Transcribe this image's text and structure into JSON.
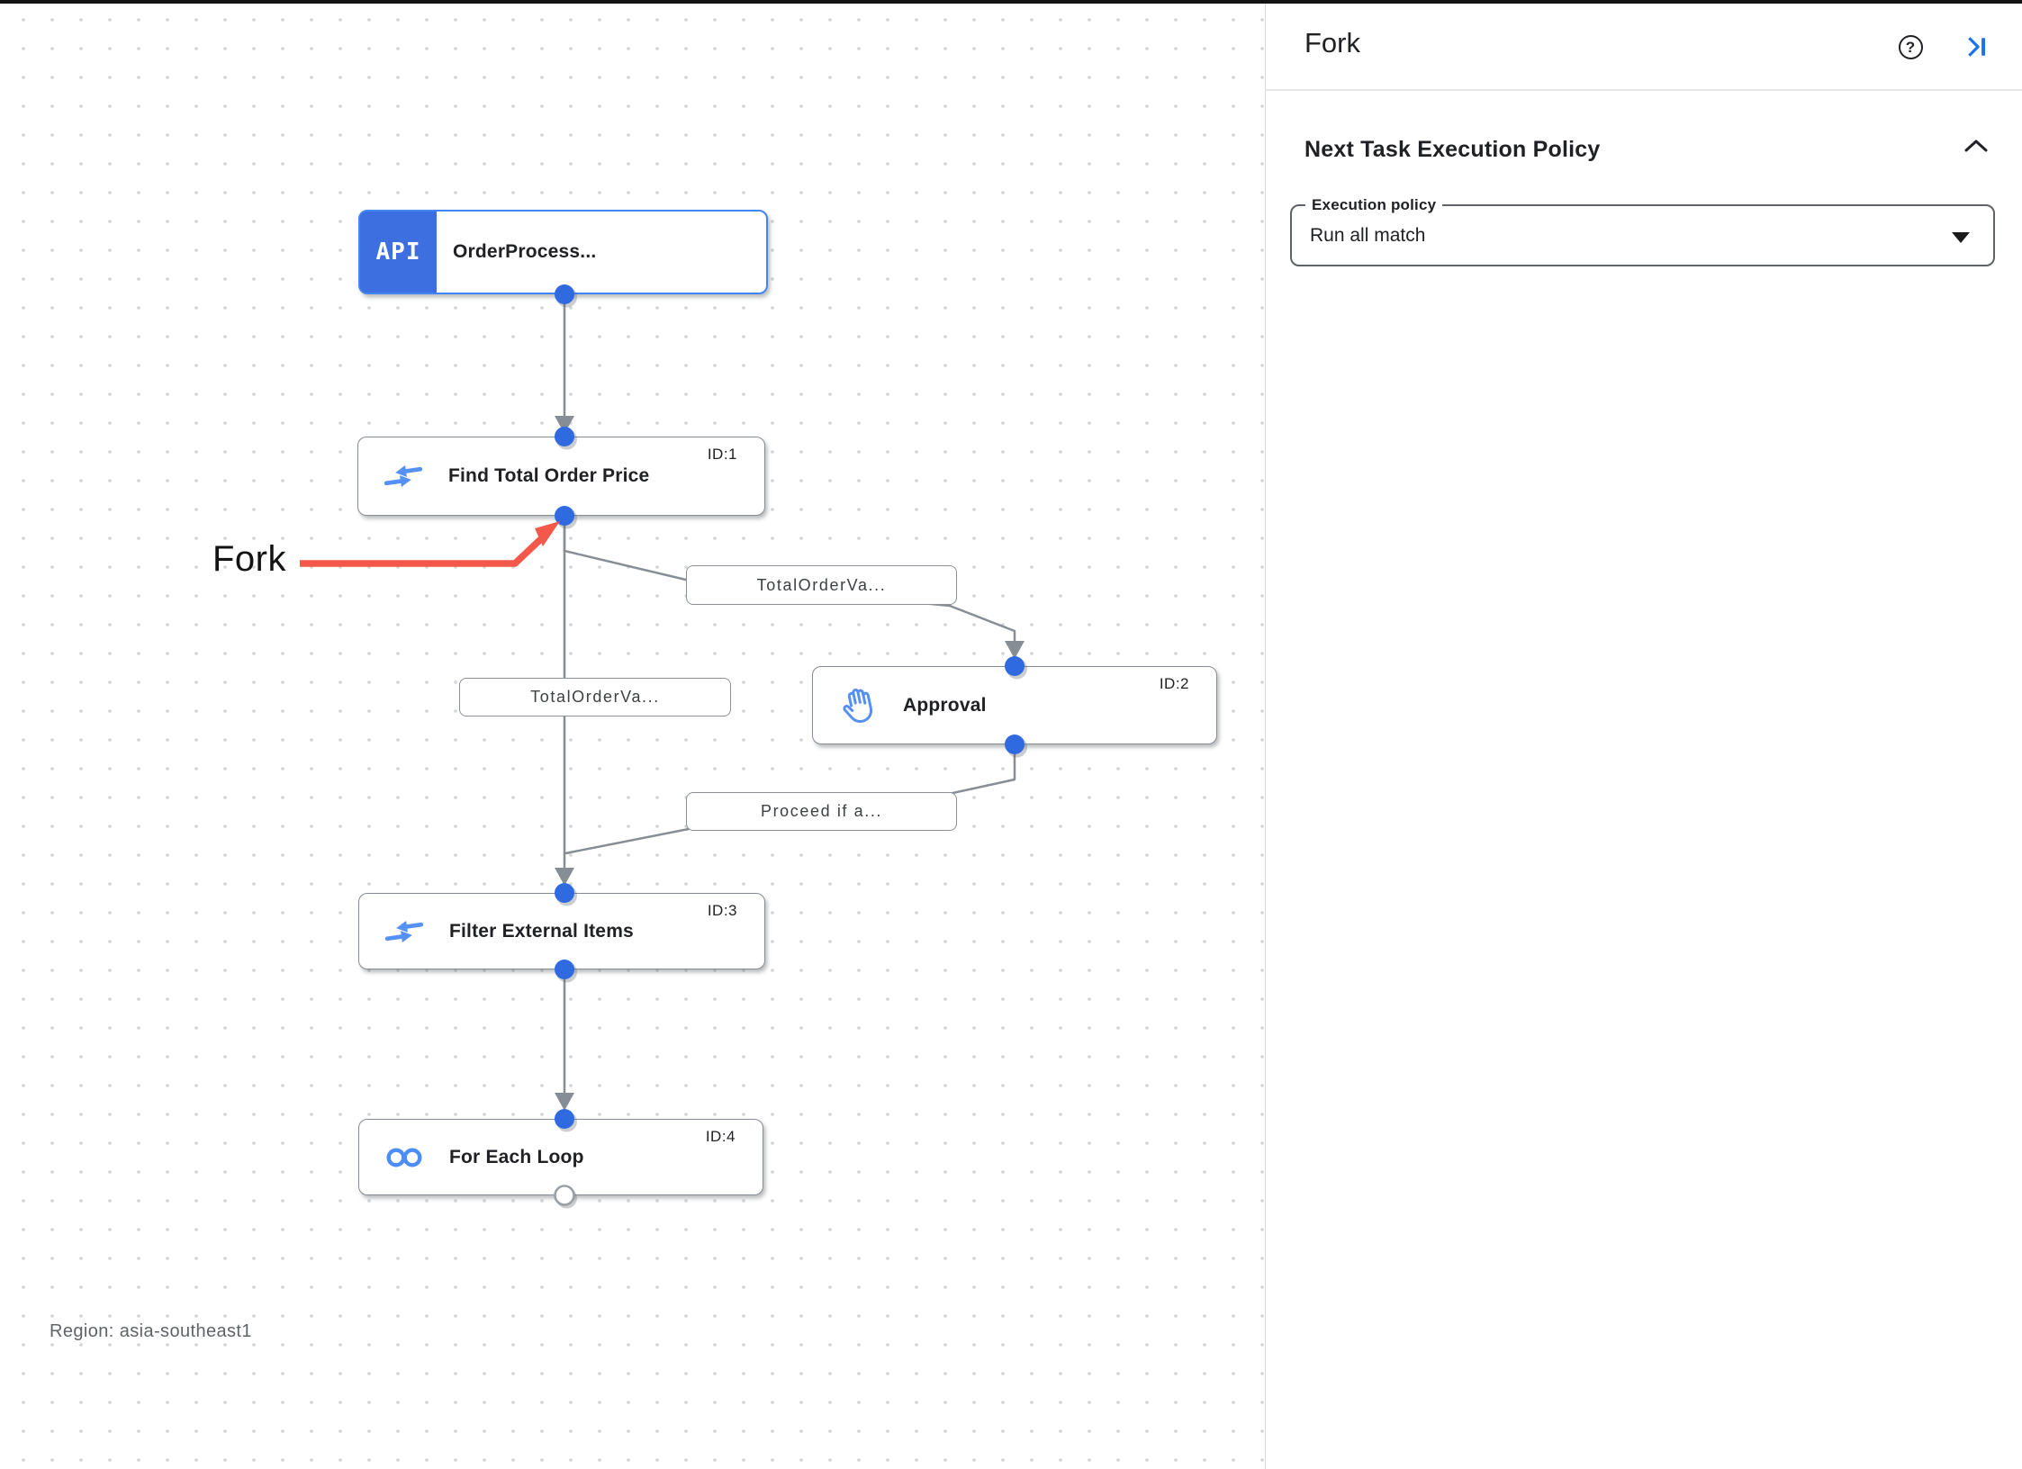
{
  "canvas": {
    "region_label": "Region: asia-southeast1",
    "annotation": {
      "label": "Fork"
    },
    "nodes": {
      "trigger": {
        "badge": "API",
        "title": "OrderProcess..."
      },
      "find_total": {
        "title": "Find Total Order Price",
        "id_label": "ID:1"
      },
      "approval": {
        "title": "Approval",
        "id_label": "ID:2"
      },
      "filter_items": {
        "title": "Filter External Items",
        "id_label": "ID:3"
      },
      "for_each": {
        "title": "For Each Loop",
        "id_label": "ID:4"
      }
    },
    "edge_labels": {
      "fork_right": "TotalOrderVa...",
      "fork_left": "TotalOrderVa...",
      "approval_out": "Proceed if a..."
    }
  },
  "panel": {
    "title": "Fork",
    "help_glyph": "?",
    "section_title": "Next Task Execution Policy",
    "execution_policy": {
      "label": "Execution policy",
      "value": "Run all match"
    }
  },
  "colors": {
    "trigger_border_blue": "#4285F4",
    "trigger_badge_blue": "#3D6FE0",
    "connection_dot_blue": "#2F6AE0",
    "node_icon_blue": "#5590F6",
    "edge_gray": "#868D94",
    "annotation_red": "#F4584A",
    "panel_accent_blue": "#1A73E8",
    "region_text_gray": "#5F6368"
  }
}
